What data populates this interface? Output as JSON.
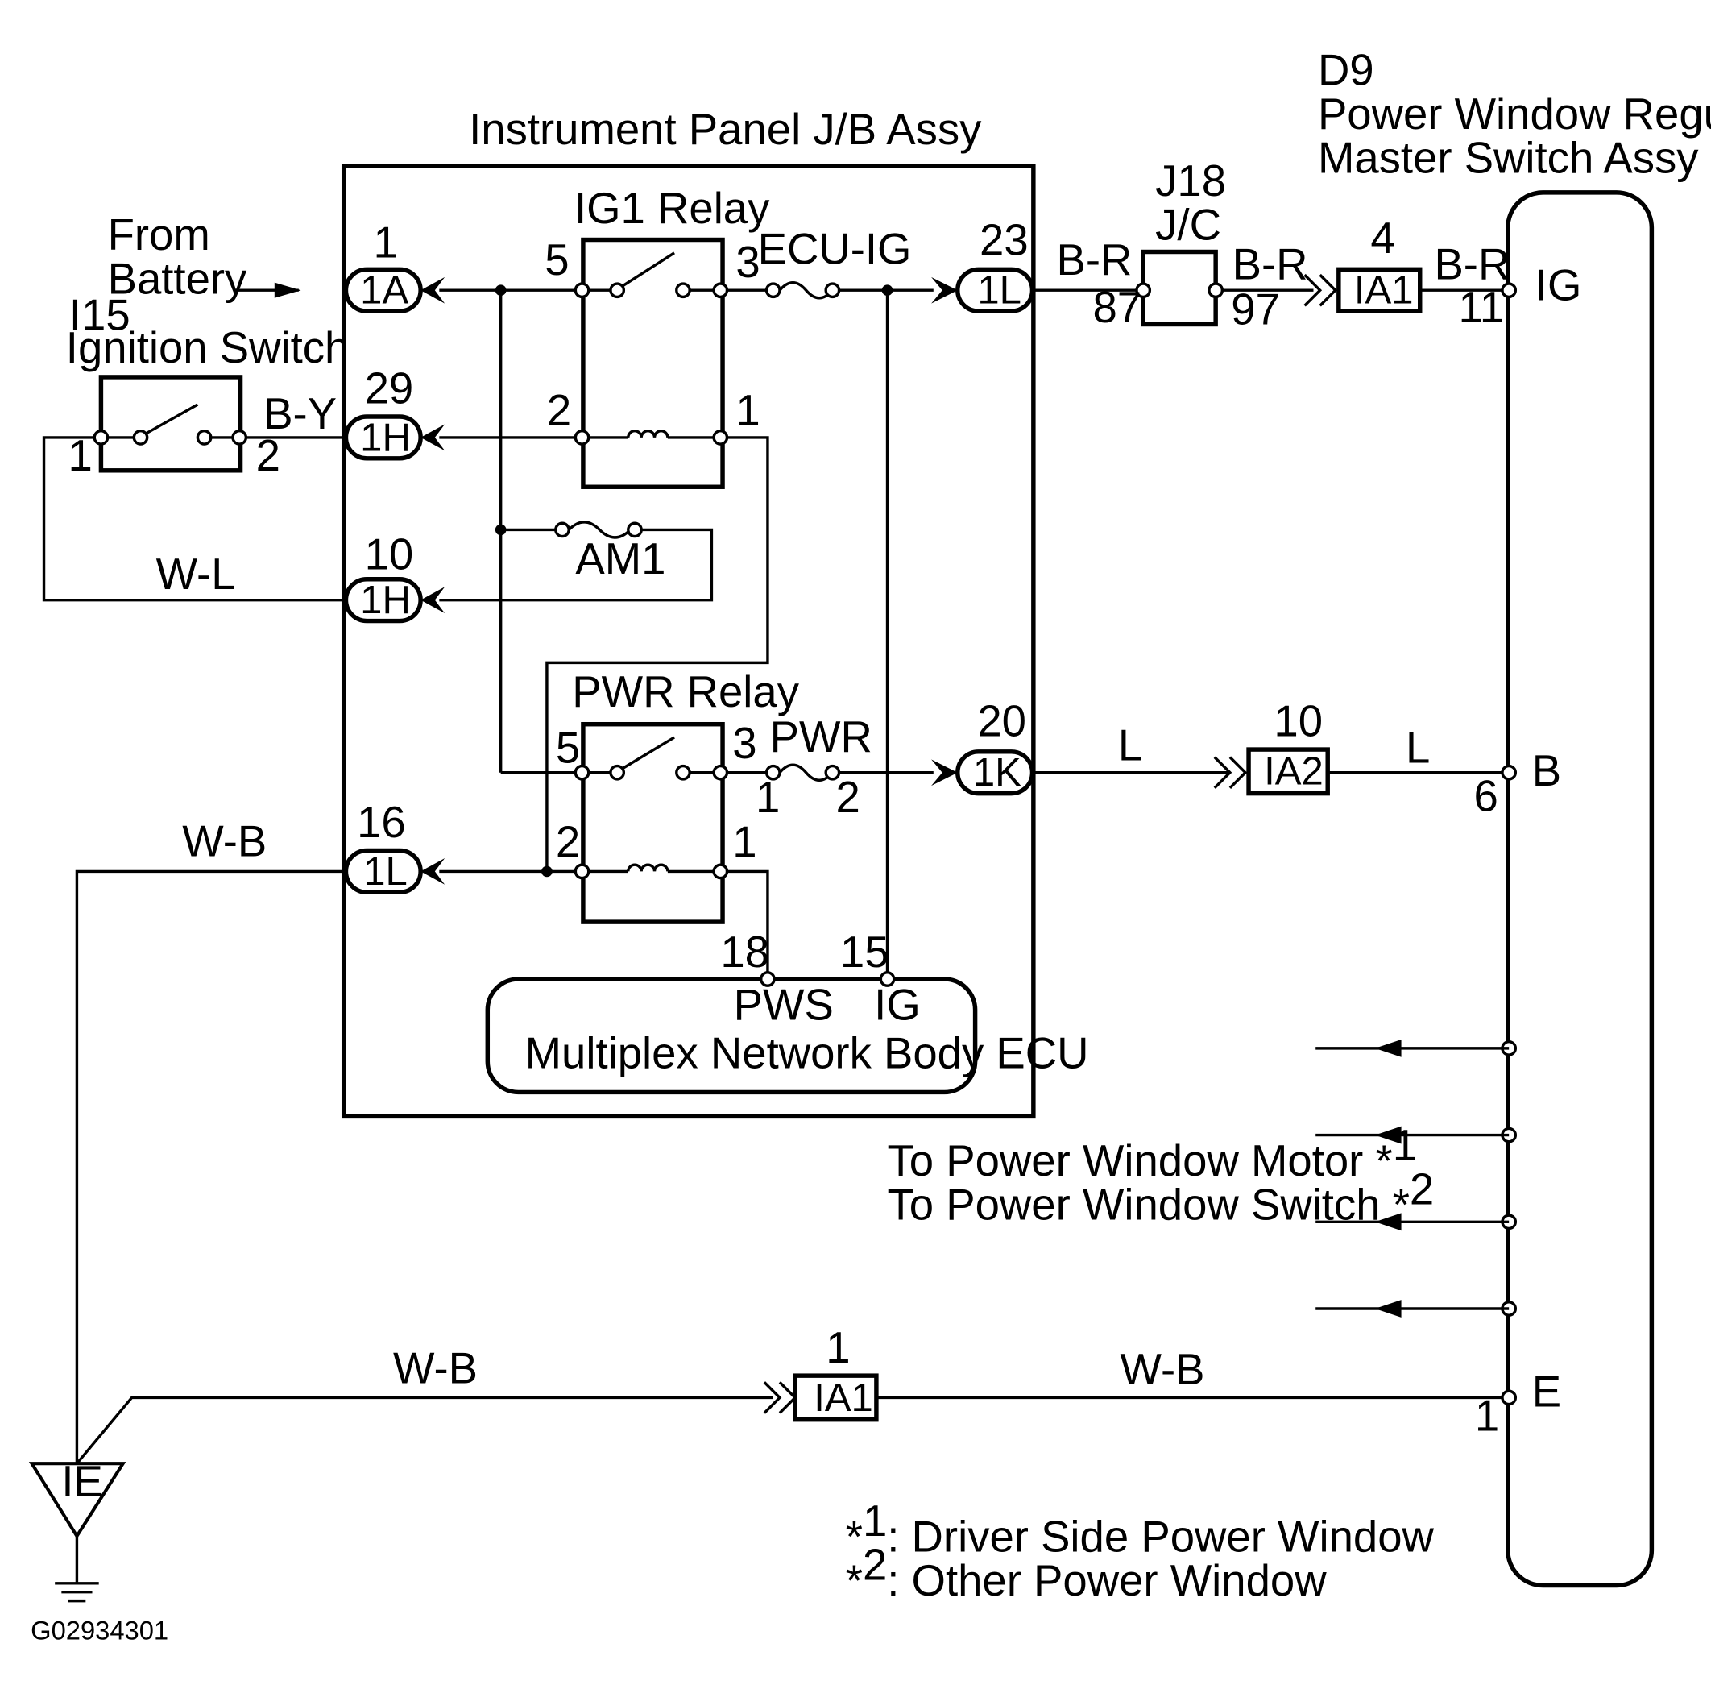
{
  "d9": {
    "code": "D9",
    "name_line1": "Power Window Regulator",
    "name_line2": "Master Switch Assy",
    "pins": {
      "ig": "IG",
      "b": "B",
      "e": "E"
    },
    "pin_numbers": {
      "ig": "11",
      "b": "6",
      "e": "1"
    }
  },
  "jb": {
    "title": "Instrument Panel J/B Assy",
    "ig1_relay": {
      "label": "IG1 Relay",
      "pin5": "5",
      "pin3": "3",
      "pin2": "2",
      "pin1": "1"
    },
    "pwr_relay": {
      "label": "PWR Relay",
      "pin5": "5",
      "pin3": "3",
      "pin2": "2",
      "pin1": "1"
    },
    "fuse_ecu_ig": "ECU-IG",
    "fuse_am1": "AM1",
    "fuse_pwr": {
      "label": "PWR",
      "pin1": "1",
      "pin2": "2"
    }
  },
  "ecu": {
    "name": "Multiplex Network Body ECU",
    "pws_label": "PWS",
    "pws_pin": "18",
    "ig_label": "IG",
    "ig_pin": "15"
  },
  "connectors": {
    "c1a": {
      "code": "1A",
      "pin": "1"
    },
    "c1h_29": {
      "code": "1H",
      "pin": "29"
    },
    "c1h_10": {
      "code": "1H",
      "pin": "10"
    },
    "c1l_16": {
      "code": "1L",
      "pin": "16"
    },
    "c1l_23": {
      "code": "1L",
      "pin": "23"
    },
    "c1k": {
      "code": "1K",
      "pin": "20"
    },
    "ia1_top": {
      "code": "IA1",
      "pin": "4"
    },
    "ia2": {
      "code": "IA2",
      "pin": "10"
    },
    "ia1_bottom": {
      "code": "IA1",
      "pin": "1"
    }
  },
  "j18": {
    "code": "J18",
    "type": "J/C",
    "pin_in": "87",
    "pin_out": "97"
  },
  "ignition": {
    "code": "I15",
    "name": "Ignition Switch",
    "pin1": "1",
    "pin2": "2"
  },
  "battery_label_line1": "From",
  "battery_label_line2": "Battery",
  "wires": {
    "b_y": "B-Y",
    "w_l": "W-L",
    "w_b_left": "W-B",
    "b_r_1": "B-R",
    "b_r_2": "B-R",
    "b_r_3": "B-R",
    "l_1": "L",
    "l_2": "L",
    "w_b_bottom_1": "W-B",
    "w_b_bottom_2": "W-B"
  },
  "ground": {
    "code": "IE"
  },
  "outputs": {
    "line1_text": "To Power Window Motor ",
    "line1_mark": "*",
    "line1_sup": "1",
    "line2_text": "To Power Window Switch ",
    "line2_mark": "*",
    "line2_sup": "2"
  },
  "notes": {
    "n1_mark": "*",
    "n1_sup": "1",
    "n1_text": ": Driver Side Power Window",
    "n2_mark": "*",
    "n2_sup": "2",
    "n2_text": ": Other Power Window"
  },
  "figure_id": "G02934301"
}
